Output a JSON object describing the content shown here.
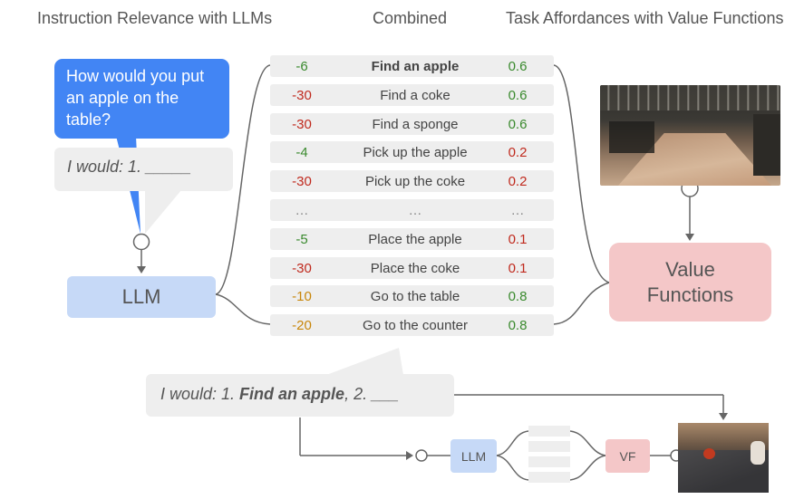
{
  "headers": {
    "left": "Instruction Relevance with LLMs",
    "center": "Combined",
    "right": "Task Affordances with Value Functions"
  },
  "prompt": {
    "question": "How would you put an apple on the table?",
    "answer_prefix": "I would: 1. _____"
  },
  "llm_label": "LLM",
  "value_functions_label": [
    "Value",
    "Functions"
  ],
  "table_rows": [
    {
      "llm_score": "-6",
      "action": "Find an apple",
      "vf_score": "0.6",
      "bold": true,
      "llm_color": "pos",
      "vf_color": "pos"
    },
    {
      "llm_score": "-30",
      "action": "Find a coke",
      "vf_score": "0.6",
      "llm_color": "neg",
      "vf_color": "pos"
    },
    {
      "llm_score": "-30",
      "action": "Find a sponge",
      "vf_score": "0.6",
      "llm_color": "neg",
      "vf_color": "pos"
    },
    {
      "llm_score": "-4",
      "action": "Pick up the apple",
      "vf_score": "0.2",
      "llm_color": "pos",
      "vf_color": "neg"
    },
    {
      "llm_score": "-30",
      "action": "Pick up the coke",
      "vf_score": "0.2",
      "llm_color": "neg",
      "vf_color": "neg"
    },
    {
      "llm_score": "…",
      "action": "…",
      "vf_score": "…",
      "llm_color": "gray",
      "vf_color": "gray"
    },
    {
      "llm_score": "-5",
      "action": "Place the apple",
      "vf_score": "0.1",
      "llm_color": "pos",
      "vf_color": "neg"
    },
    {
      "llm_score": "-30",
      "action": "Place the coke",
      "vf_score": "0.1",
      "llm_color": "neg",
      "vf_color": "neg"
    },
    {
      "llm_score": "-10",
      "action": "Go to the table",
      "vf_score": "0.8",
      "llm_color": "mid",
      "vf_color": "pos"
    },
    {
      "llm_score": "-20",
      "action": "Go to the counter",
      "vf_score": "0.8",
      "llm_color": "mid",
      "vf_color": "pos"
    }
  ],
  "next_step": {
    "prefix": "I would: 1. ",
    "chosen": "Find an apple",
    "suffix": ", 2. ___"
  },
  "small_llm_label": "LLM",
  "small_vf_label": "VF",
  "colors": {
    "llm_box": "#c6d9f7",
    "vf_box": "#f4c7c8",
    "prompt_bubble": "#4285f4",
    "negative": "#c02a1e",
    "positive": "#3a8a2e",
    "neutral": "#c8860a"
  }
}
